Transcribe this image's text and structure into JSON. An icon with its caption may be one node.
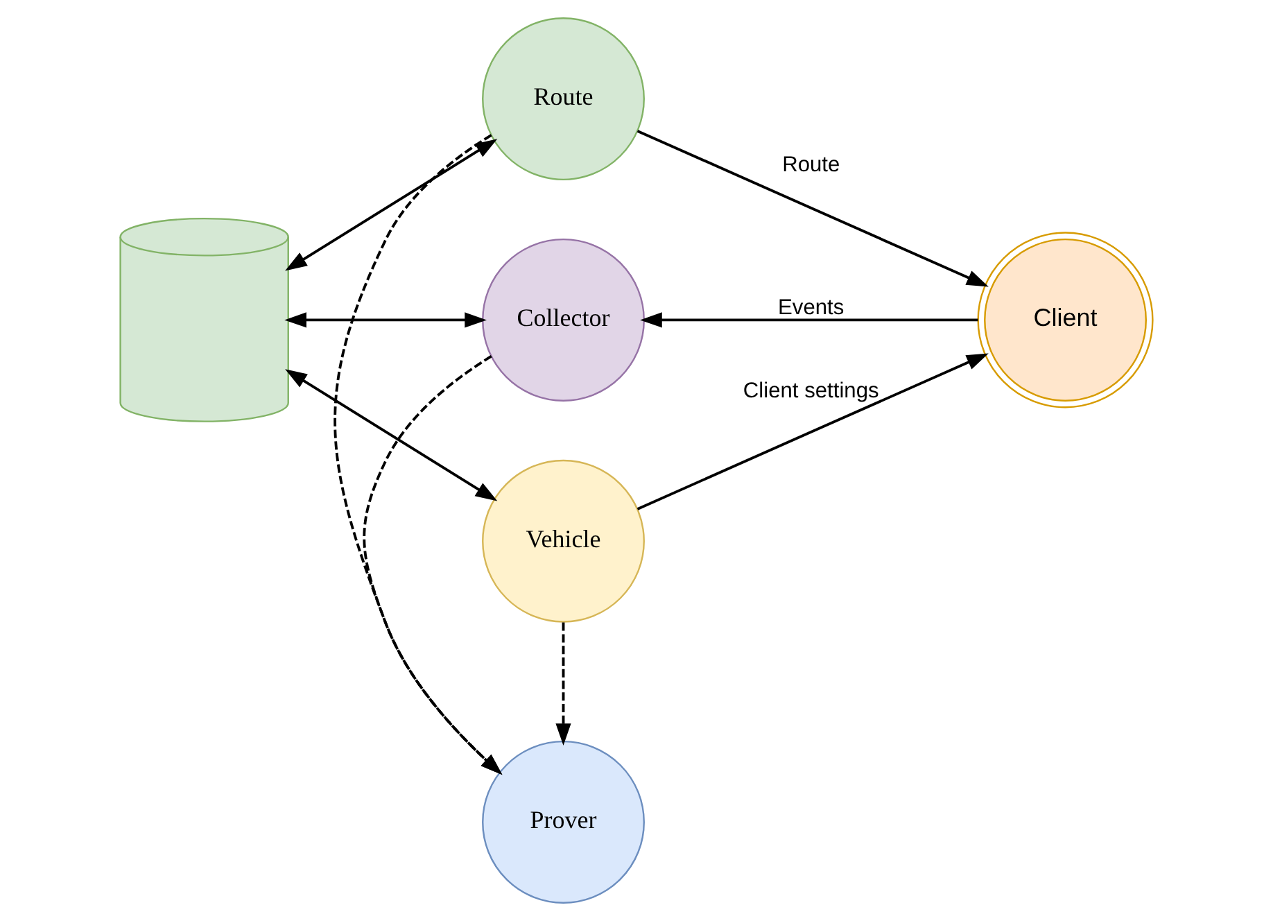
{
  "diagram": {
    "nodes": [
      {
        "text": [],
        "shape": "cylinder"
      },
      {
        "text": [
          "Vehicle"
        ]
      },
      {
        "text": [
          "Route"
        ]
      },
      {
        "text": [
          "Collector"
        ]
      },
      {
        "text": [
          "Prover"
        ]
      },
      {
        "text": [
          "Client"
        ]
      }
    ],
    "edges": [
      {
        "from": 1,
        "to": 0,
        "arrow": "both"
      },
      {
        "from": 0,
        "to": 2,
        "arrow": "both"
      },
      {
        "from": 0,
        "to": 3,
        "arrow": "both"
      },
      {
        "from": 1,
        "to": 5,
        "arrow": "to",
        "label": "Client settings"
      },
      {
        "from": 2,
        "to": 5,
        "arrow": "to",
        "label": "Route"
      },
      {
        "from": 5,
        "to": 3,
        "arrow": "to",
        "label": "Events"
      },
      {
        "from": 1,
        "to": 4,
        "arrow": "to",
        "style": "dashed"
      },
      {
        "from": 2,
        "to": 4,
        "arrow": "to",
        "style": "dashed"
      },
      {
        "from": 3,
        "to": 4,
        "arrow": "to",
        "style": "dashed"
      }
    ]
  }
}
